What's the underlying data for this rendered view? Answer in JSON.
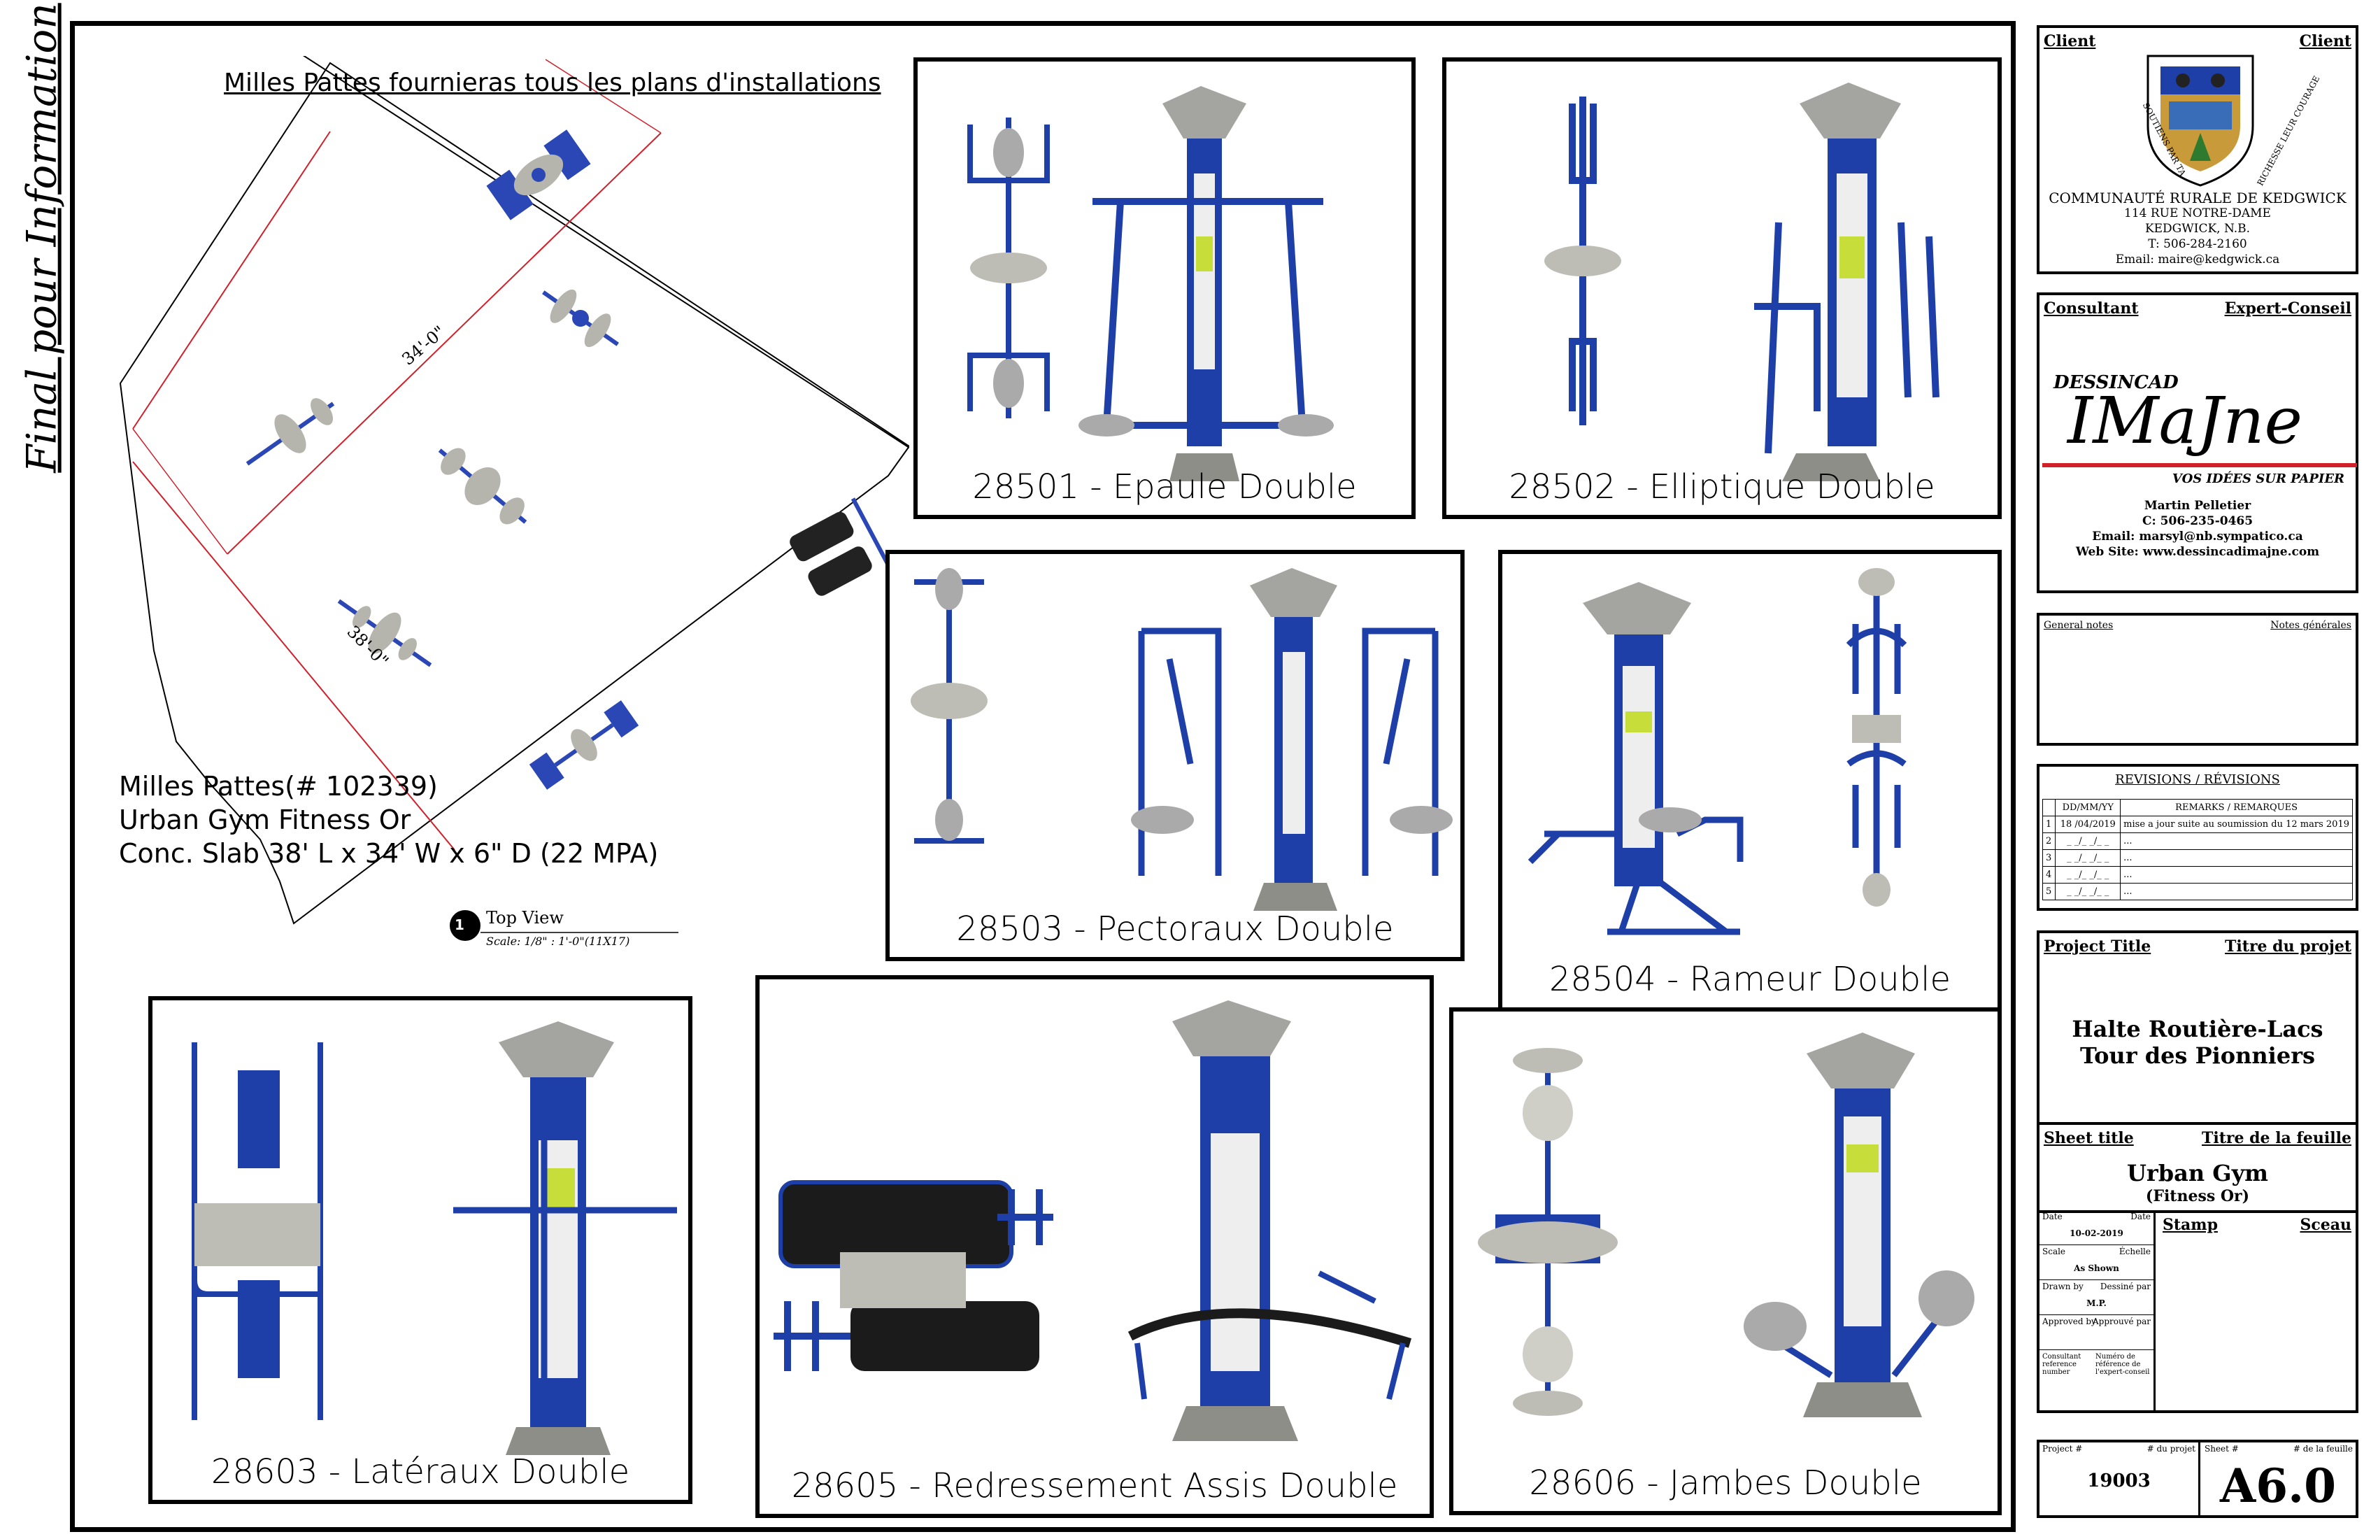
{
  "sidebar": {
    "label": "Final pour Information"
  },
  "plan": {
    "note": "Milles Pattes fournieras tous les plans d'installations",
    "dim_a": "34'-0\"",
    "dim_b": "38'-0\"",
    "spec_line1": "Milles Pattes(# 102339)",
    "spec_line2": "Urban Gym Fitness Or",
    "spec_line3": "Conc. Slab 38' L x 34' W x 6\" D (22 MPA)",
    "view_number": "1",
    "view_title": "Top View",
    "view_scale": "Scale: 1/8\" : 1'-0\"(11X17)"
  },
  "panels": [
    {
      "id": "28501",
      "label": "28501 - Epaule Double"
    },
    {
      "id": "28502",
      "label": "28502 - Elliptique Double"
    },
    {
      "id": "28503",
      "label": "28503 - Pectoraux Double"
    },
    {
      "id": "28504",
      "label": "28504 - Rameur Double"
    },
    {
      "id": "28603",
      "label": "28603 - Latéraux Double"
    },
    {
      "id": "28605",
      "label": "28605 - Redressement Assis Double"
    },
    {
      "id": "28606",
      "label": "28606 - Jambes Double"
    }
  ],
  "title_block": {
    "client": {
      "header_en": "Client",
      "header_fr": "Client",
      "motto_left": "SOUTIENS PAR TA",
      "motto_right": "RICHESSE LEUR COURAGE",
      "org": "COMMUNAUTÉ RURALE DE KEDGWICK",
      "address1": "114 RUE NOTRE-DAME",
      "address2": "KEDGWICK, N.B.",
      "phone": "T: 506-284-2160",
      "email": "Email: maire@kedgwick.ca"
    },
    "consultant": {
      "header_en": "Consultant",
      "header_fr": "Expert-Conseil",
      "logo_top": "DESSINCAD",
      "logo_main": "IMaJne",
      "logo_tagline": "VOS IDÉES SUR PAPIER",
      "name": "Martin Pelletier",
      "cell": "C: 506-235-0465",
      "email": "Email: marsyl@nb.sympatico.ca",
      "web": "Web Site: www.dessincadimajne.com"
    },
    "notes": {
      "header_en": "General notes",
      "header_fr": "Notes générales"
    },
    "revisions": {
      "title": "REVISIONS / RÉVISIONS",
      "col_date": "DD/MM/YY",
      "col_remarks": "REMARKS / REMARQUES",
      "rows": [
        {
          "no": "1",
          "date": "18 /04/2019",
          "remark": "mise a jour suite au soumission du 12 mars 2019"
        },
        {
          "no": "2",
          "date": "_ _/_ _/_ _",
          "remark": "..."
        },
        {
          "no": "3",
          "date": "_ _/_ _/_ _",
          "remark": "..."
        },
        {
          "no": "4",
          "date": "_ _/_ _/_ _",
          "remark": "..."
        },
        {
          "no": "5",
          "date": "_ _/_ _/_ _",
          "remark": "..."
        }
      ]
    },
    "project": {
      "header_en": "Project Title",
      "header_fr": "Titre du projet",
      "line1": "Halte Routière-Lacs",
      "line2": "Tour des Pionniers"
    },
    "sheet": {
      "header_en": "Sheet title",
      "header_fr": "Titre de la feuille",
      "line1": "Urban Gym",
      "line2": "(Fitness Or)"
    },
    "info": {
      "date_label": "Date",
      "date_label_fr": "Date",
      "date_value": "10-02-2019",
      "scale_label": "Scale",
      "scale_label_fr": "Échelle",
      "scale_value": "As Shown",
      "drawn_label": "Drawn by",
      "drawn_label_fr": "Dessiné par",
      "drawn_value": "M.P.",
      "approved_label": "Approved by",
      "approved_label_fr": "Approuvé par",
      "ref_label": "Consultant reference number",
      "ref_label_fr": "Numéro de référence de l'expert-conseil",
      "stamp_en": "Stamp",
      "stamp_fr": "Sceau"
    },
    "project_no": {
      "label_en": "Project #",
      "label_fr": "# du projet",
      "value": "19003",
      "sheet_label_en": "Sheet #",
      "sheet_label_fr": "# de la feuille",
      "sheet_value": "A6.0"
    }
  },
  "colors": {
    "frame_blue": "#1f3fa8",
    "grey_metal": "#a6a6a2",
    "red_line": "#d0202a",
    "lime": "#c7dd3a"
  }
}
